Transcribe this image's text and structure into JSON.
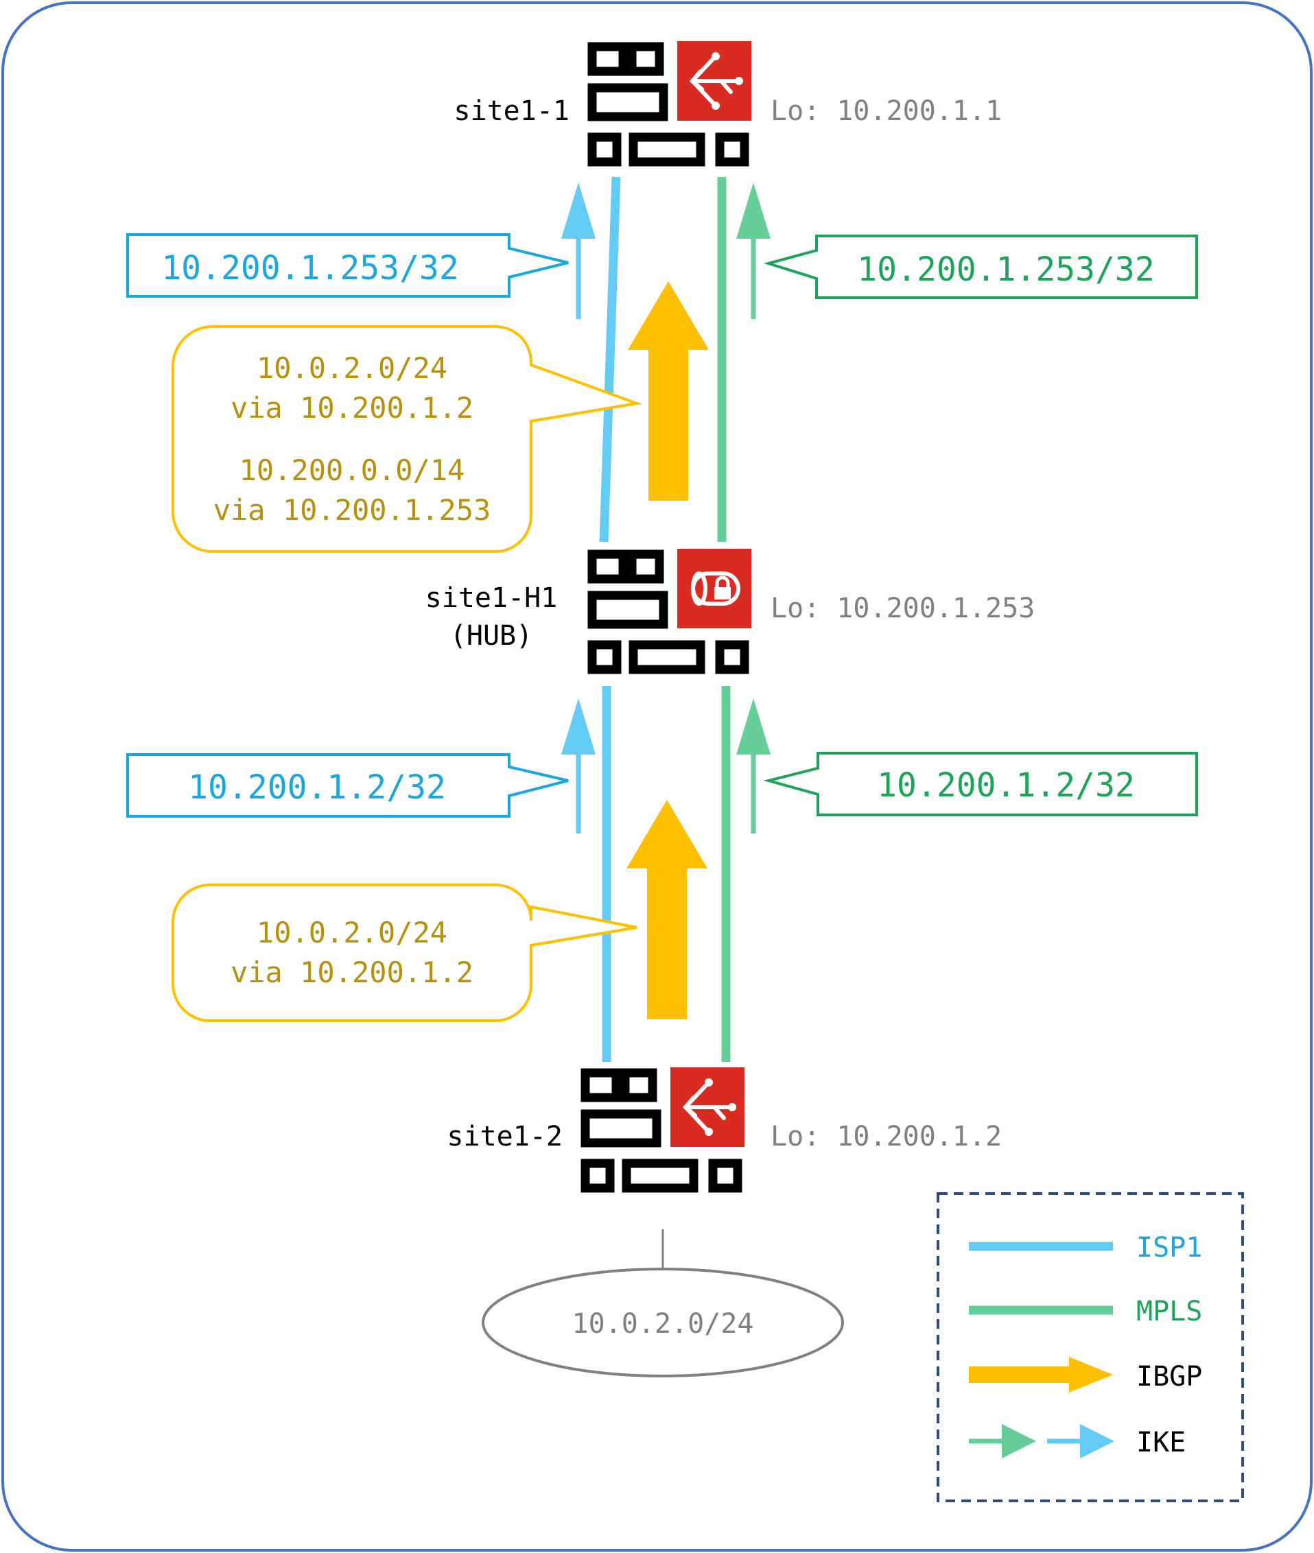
{
  "colors": {
    "isp1": "#64CBF4",
    "isp1_text": "#1AA7DC",
    "mpls": "#66CF99",
    "mpls_text": "#1EA45A",
    "ibgp": "#FFC000",
    "ibgp_text": "#B8900A",
    "firewall_red": "#D92B21",
    "frame": "#4472C4",
    "legend_border": "#2F4C82",
    "lo_text": "#808080"
  },
  "nodes": {
    "site1_1": {
      "name": "site1-1",
      "loopback": "Lo: 10.200.1.1",
      "icon": "sdwan-branch-firewall-icon"
    },
    "site1_h1": {
      "name": "site1-H1",
      "role": "(HUB)",
      "loopback": "Lo: 10.200.1.253",
      "icon": "vpn-hub-firewall-icon"
    },
    "site1_2": {
      "name": "site1-2",
      "loopback": "Lo: 10.200.1.2",
      "icon": "sdwan-branch-firewall-icon"
    }
  },
  "subnet": {
    "label": "10.0.2.0/24"
  },
  "callouts": {
    "upper_isp1": "10.200.1.253/32",
    "upper_mpls": "10.200.1.253/32",
    "lower_isp1": "10.200.1.2/32",
    "lower_mpls": "10.200.1.2/32",
    "upper_ibgp": {
      "line1": "10.0.2.0/24",
      "line2": "via 10.200.1.2",
      "line3": "10.200.0.0/14",
      "line4": "via 10.200.1.253"
    },
    "lower_ibgp": {
      "line1": "10.0.2.0/24",
      "line2": "via 10.200.1.2"
    }
  },
  "legend": {
    "isp1": "ISP1",
    "mpls": "MPLS",
    "ibgp": "IBGP",
    "ike": "IKE"
  }
}
